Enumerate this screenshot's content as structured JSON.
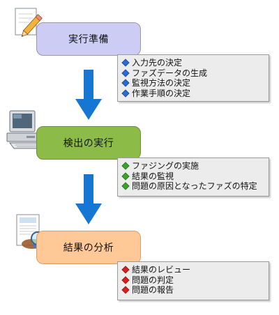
{
  "colors": {
    "phase_1_fill": "#ccccf5",
    "phase_2_fill": "#8dbb47",
    "phase_3_fill": "#ffc896",
    "arrow": "#1677d2",
    "bullet_1": "#2b6ccf",
    "bullet_2": "#3aa52a",
    "bullet_3": "#d62020"
  },
  "phases": [
    {
      "label": "実行準備",
      "icon": "pencil-document-icon",
      "tasks": [
        "入力先の決定",
        "ファズデータの生成",
        "監視方法の決定",
        "作業手順の決定"
      ]
    },
    {
      "label": "検出の実行",
      "icon": "computer-icon",
      "tasks": [
        "ファジングの実施",
        "結果の監視",
        "問題の原因となったファズの特定"
      ]
    },
    {
      "label": "結果の分析",
      "icon": "magnifier-report-icon",
      "tasks": [
        "結果のレビュー",
        "問題の判定",
        "問題の報告"
      ]
    }
  ]
}
